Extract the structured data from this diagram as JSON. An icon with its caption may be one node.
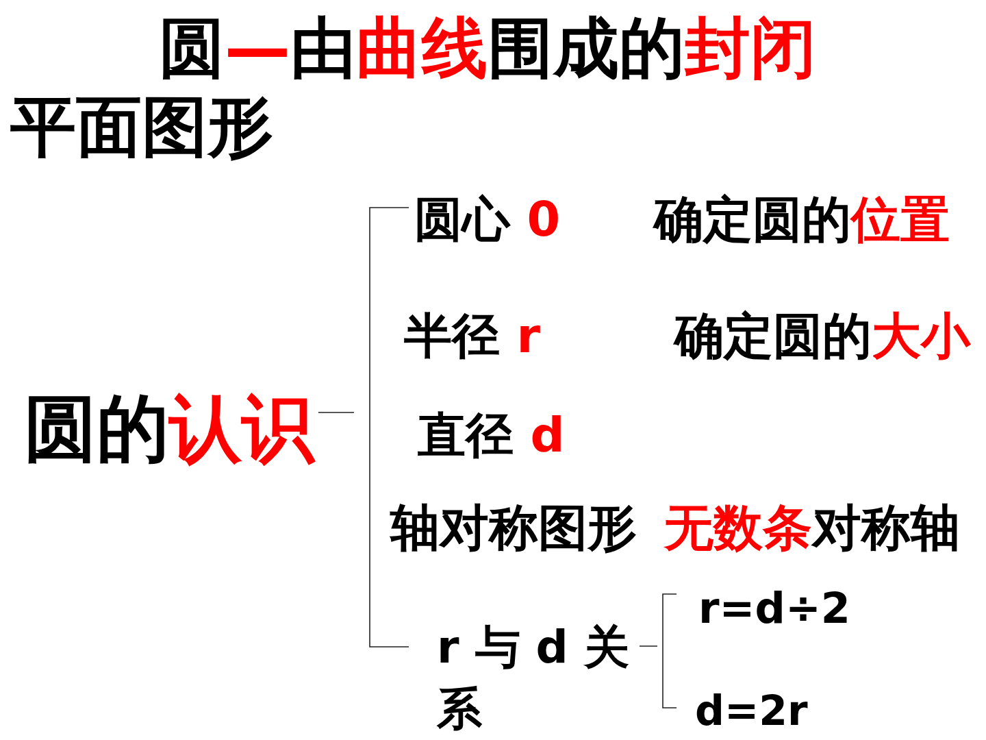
{
  "diagram": {
    "title": "圆—由曲线围成的封闭平面图形",
    "nodes": [
      {
        "text": [
          "圆的认识"
        ]
      },
      {
        "text": [
          "圆心 0"
        ],
        "beside": [
          "确定圆的位置"
        ]
      },
      {
        "text": [
          "半径 r"
        ],
        "beside": [
          "确定圆的大小"
        ]
      },
      {
        "text": [
          "直径 d"
        ]
      },
      {
        "text": [
          "轴对称图形"
        ],
        "beside": [
          "无数条对称轴"
        ]
      },
      {
        "text": [
          "r 与 d 关系"
        ]
      },
      {
        "text": [
          "r=d÷2"
        ]
      },
      {
        "text": [
          "d=2r"
        ]
      }
    ]
  }
}
